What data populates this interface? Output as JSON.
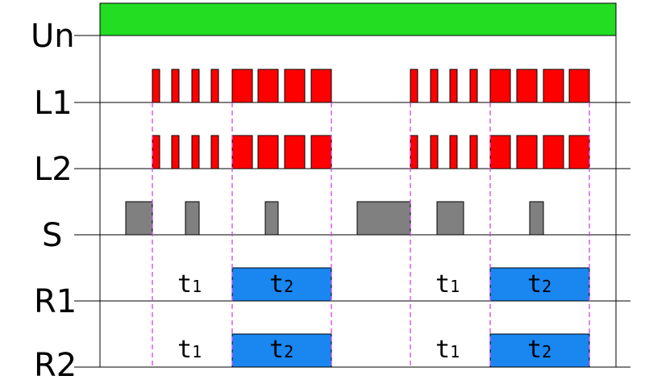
{
  "rows": [
    {
      "key": "un",
      "label": "Un"
    },
    {
      "key": "l1",
      "label": "L1"
    },
    {
      "key": "l2",
      "label": "L2"
    },
    {
      "key": "s",
      "label": "S"
    },
    {
      "key": "r1",
      "label": "R1"
    },
    {
      "key": "r2",
      "label": "R2"
    }
  ],
  "timing_labels": [
    {
      "letter": "t",
      "sub": "1"
    },
    {
      "letter": "t",
      "sub": "2"
    },
    {
      "letter": "t",
      "sub": "1"
    },
    {
      "letter": "t",
      "sub": "2"
    },
    {
      "letter": "t",
      "sub": "1"
    },
    {
      "letter": "t",
      "sub": "2"
    },
    {
      "letter": "t",
      "sub": "1"
    },
    {
      "letter": "t",
      "sub": "2"
    }
  ],
  "colors": {
    "supply": "#22dd22",
    "lamp": "#ff0000",
    "switch": "#808080",
    "relay": "#1a86f0",
    "marker": "#cc44ee",
    "line": "#000000"
  }
}
